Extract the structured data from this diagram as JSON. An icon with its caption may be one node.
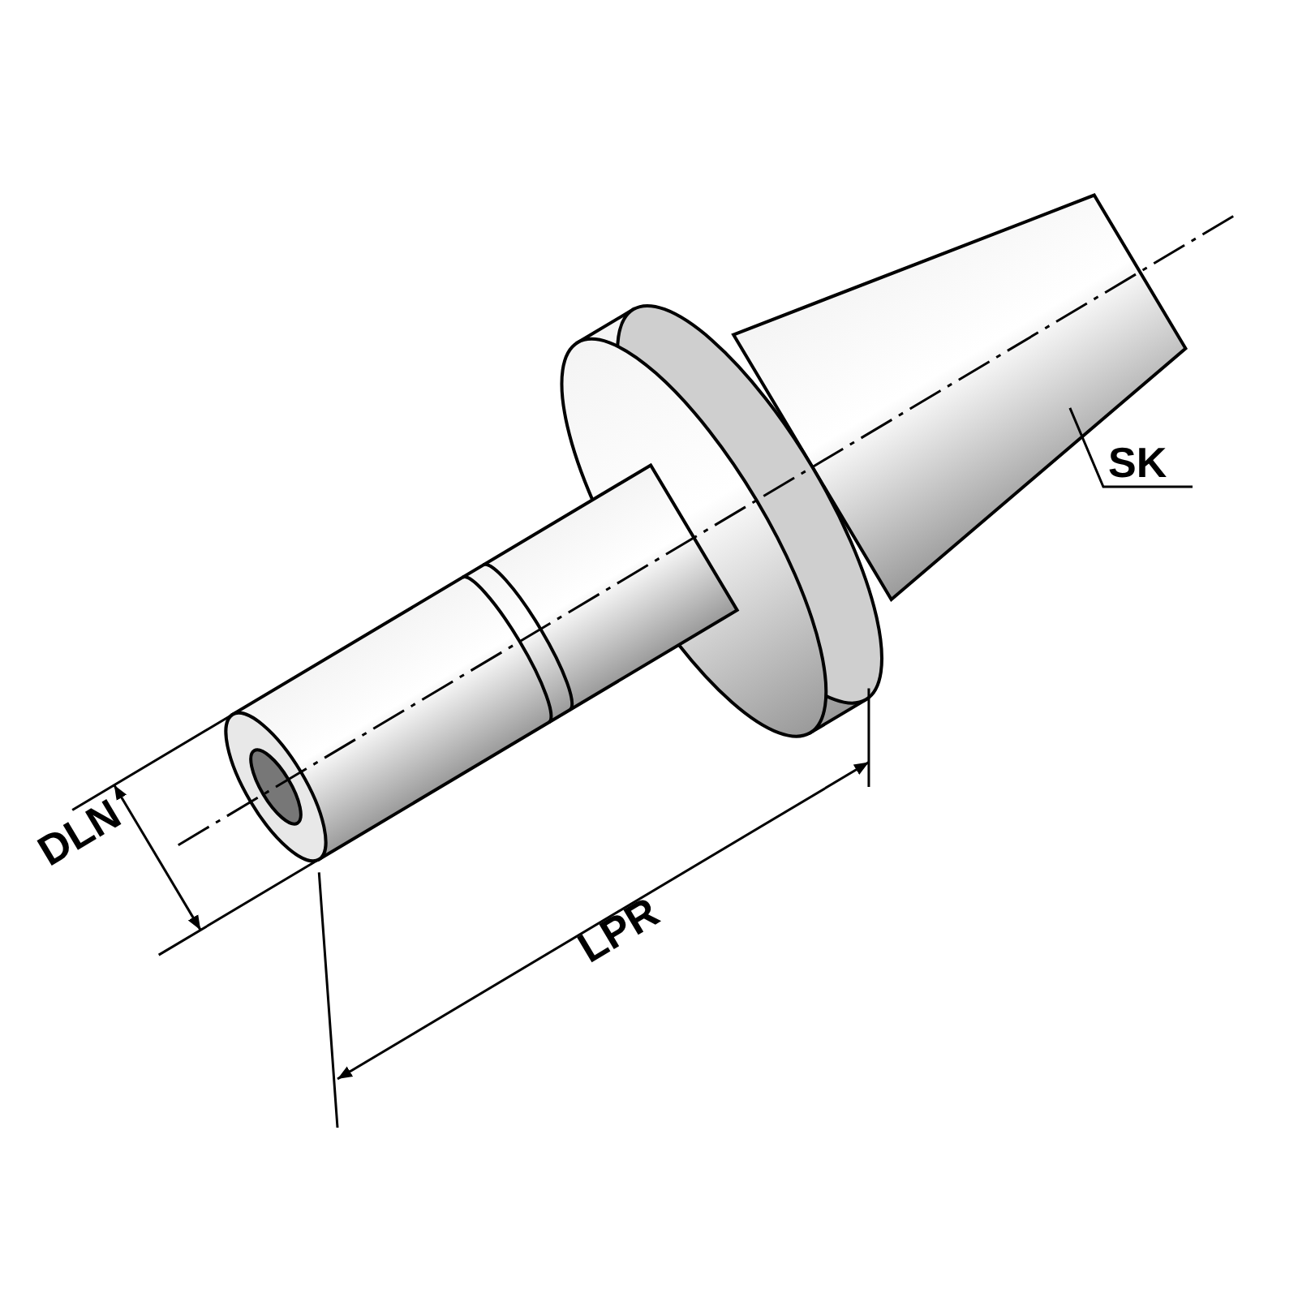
{
  "diagram": {
    "nodes": [
      {
        "text": [
          "SK"
        ]
      },
      {
        "text": [],
        "shape": "picture"
      }
    ],
    "edges": [
      {
        "from": 0,
        "to": 1,
        "arrow": "none"
      }
    ],
    "labels": [
      "DLN",
      "LPR"
    ]
  }
}
